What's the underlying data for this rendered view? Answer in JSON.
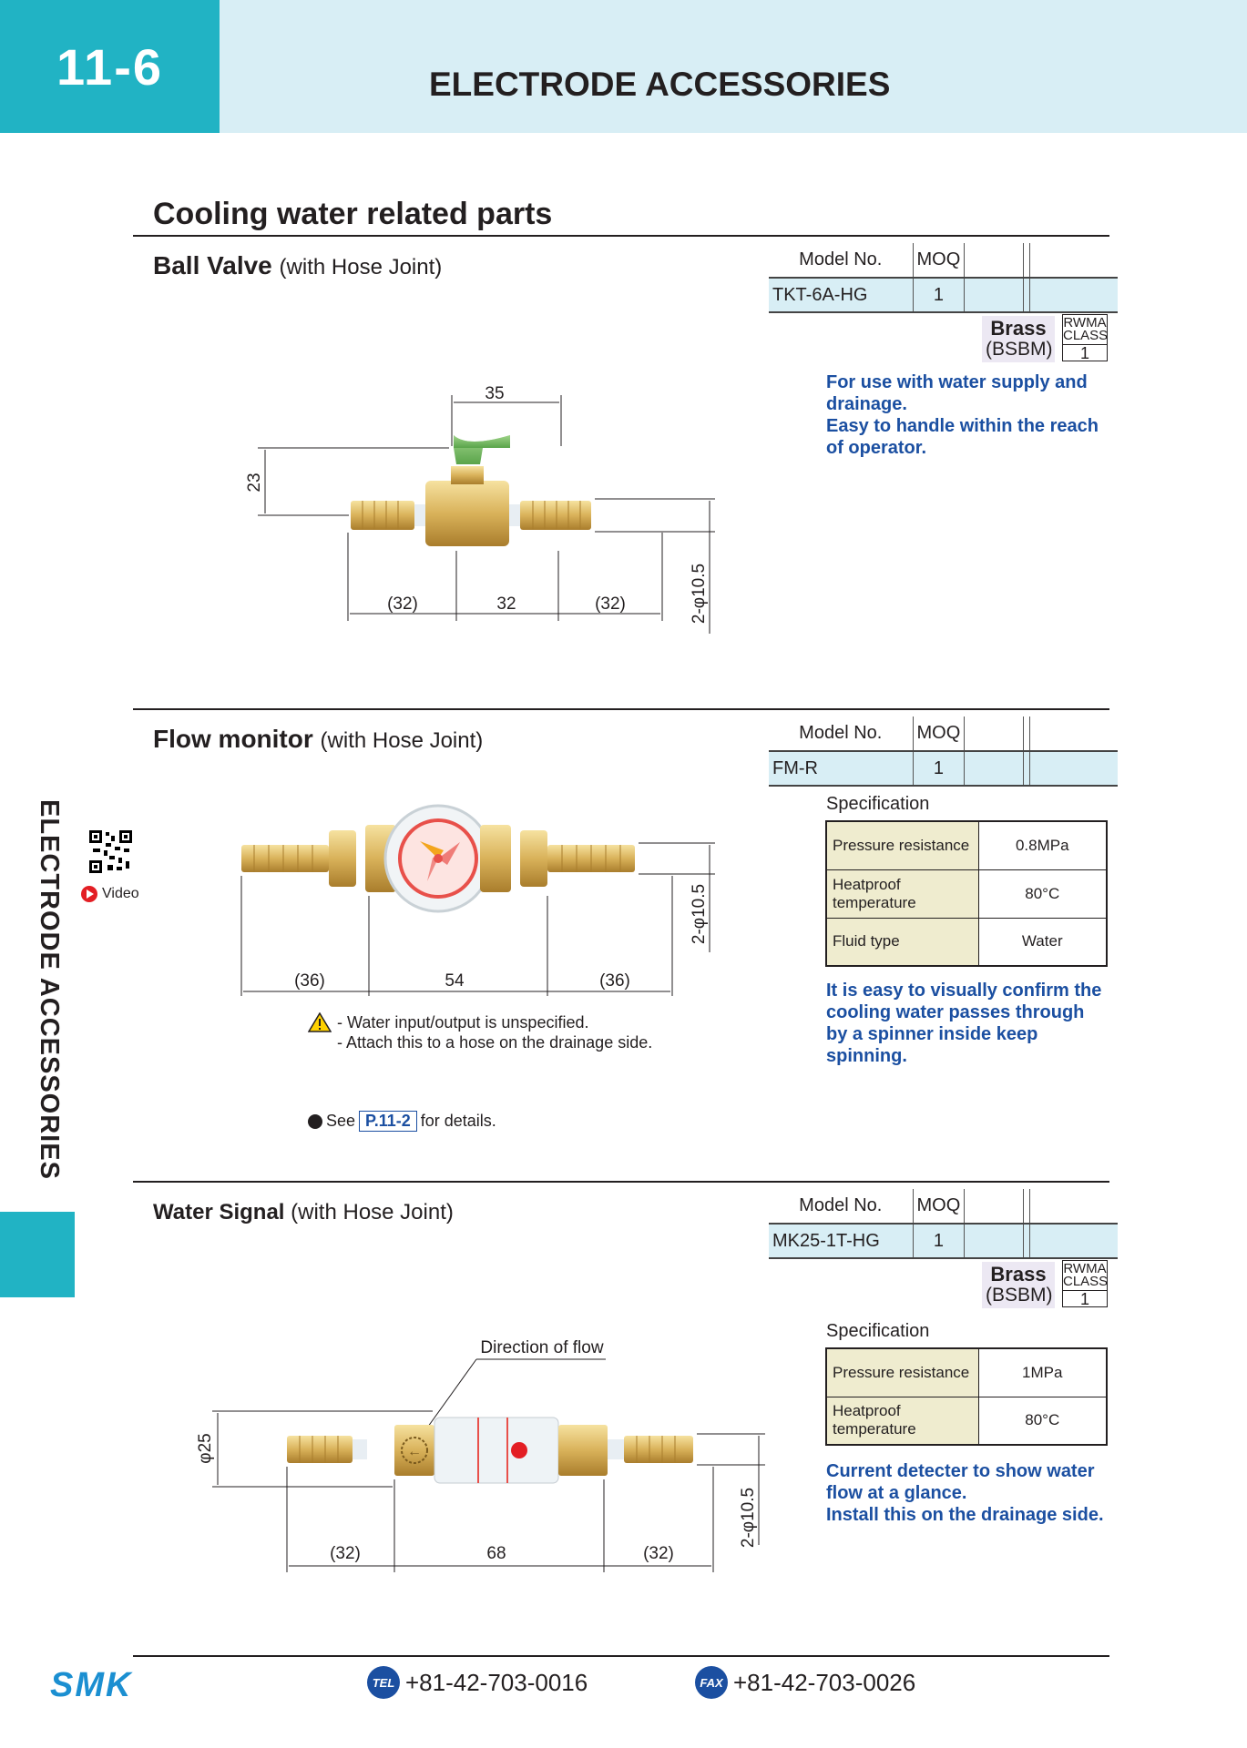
{
  "header": {
    "page_number": "11-6",
    "title": "ELECTRODE ACCESSORIES"
  },
  "section": {
    "title": "Cooling water related parts"
  },
  "side": {
    "label": "ELECTRODE ACCESSORIES",
    "video_label": "Video"
  },
  "table_headers": {
    "model": "Model No.",
    "moq": "MOQ"
  },
  "ball_valve": {
    "title": "Ball Valve",
    "subtitle": "(with Hose Joint)",
    "model": "TKT-6A-HG",
    "moq": "1",
    "material": "Brass",
    "material_sub": "(BSBM)",
    "rwma": "RWMA",
    "rwma_class": "CLASS",
    "rwma_num": "1",
    "desc": [
      "For use with water supply and",
      "drainage.",
      "Easy to handle within the reach",
      "of operator."
    ],
    "dims": {
      "top": "35",
      "height": "23",
      "left": "(32)",
      "center": "32",
      "right": "(32)",
      "hose": "2-φ10.5"
    }
  },
  "flow_monitor": {
    "title": "Flow monitor",
    "subtitle": "(with Hose Joint)",
    "model": "FM-R",
    "moq": "1",
    "spec_label": "Specification",
    "spec": [
      {
        "k": "Pressure resistance",
        "v": "0.8MPa"
      },
      {
        "k": "Heatproof temperature",
        "v": "80°C"
      },
      {
        "k": "Fluid type",
        "v": "Water"
      }
    ],
    "desc": [
      "It is easy to visually confirm the",
      "cooling water passes through",
      "by a spinner inside keep",
      "spinning."
    ],
    "dims": {
      "left": "(36)",
      "center": "54",
      "right": "(36)",
      "hose": "2-φ10.5"
    },
    "warning": [
      "- Water input/output is unspecified.",
      "- Attach this to a hose on the drainage side."
    ],
    "see_pre": "See",
    "see_ref": "P.11-2",
    "see_post": "for details."
  },
  "water_signal": {
    "title": "Water Signal",
    "subtitle": "(with Hose Joint)",
    "model": "MK25-1T-HG",
    "moq": "1",
    "material": "Brass",
    "material_sub": "(BSBM)",
    "rwma": "RWMA",
    "rwma_class": "CLASS",
    "rwma_num": "1",
    "spec_label": "Specification",
    "spec": [
      {
        "k": "Pressure resistance",
        "v": "1MPa"
      },
      {
        "k": "Heatproof temperature",
        "v": "80°C"
      }
    ],
    "desc": [
      "Current detecter to show water",
      "flow at a glance.",
      "Install this on the drainage side."
    ],
    "dims": {
      "dia": "φ25",
      "left": "(32)",
      "center": "68",
      "right": "(32)",
      "hose": "2-φ10.5",
      "flow": "Direction of flow"
    }
  },
  "footer": {
    "logo": "SMK",
    "tel_label": "TEL",
    "tel": "+81-42-703-0016",
    "fax_label": "FAX",
    "fax": "+81-42-703-0026"
  },
  "colors": {
    "accent": "#21b3c4",
    "band": "#d8eef5",
    "blue_text": "#1b4fa1"
  }
}
